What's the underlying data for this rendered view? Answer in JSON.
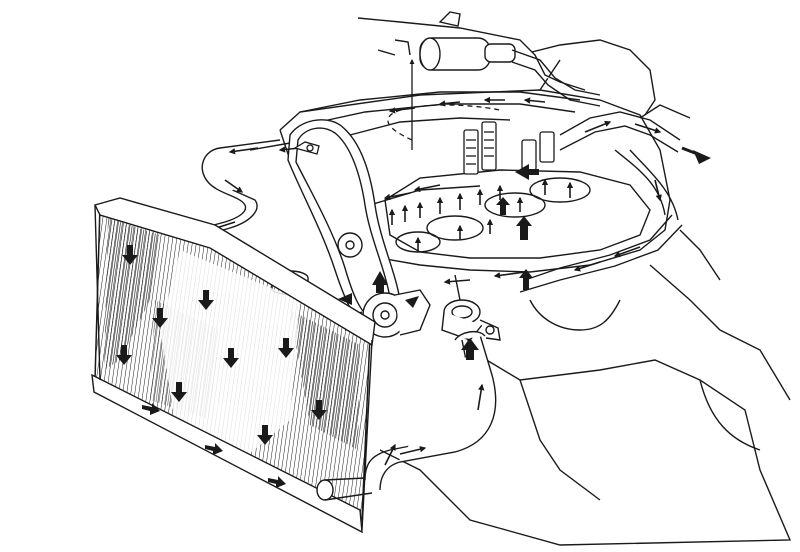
{
  "diagram": {
    "style": "black-and-white line illustration",
    "ink_color": "#1a1a1a",
    "paper_color": "#ffffff",
    "shade_color": "#555555",
    "components": [
      "radiator",
      "radiator-cap",
      "lower-radiator-hose",
      "upper-radiator-hose",
      "water-pump",
      "thermostat-housing",
      "timing-belt",
      "cylinder-block",
      "cylinder-head",
      "heater-valve",
      "heater-hoses",
      "valve-springs"
    ],
    "arrow_style": {
      "filled": "#1a1a1a",
      "outline": "#1a1a1a"
    }
  }
}
